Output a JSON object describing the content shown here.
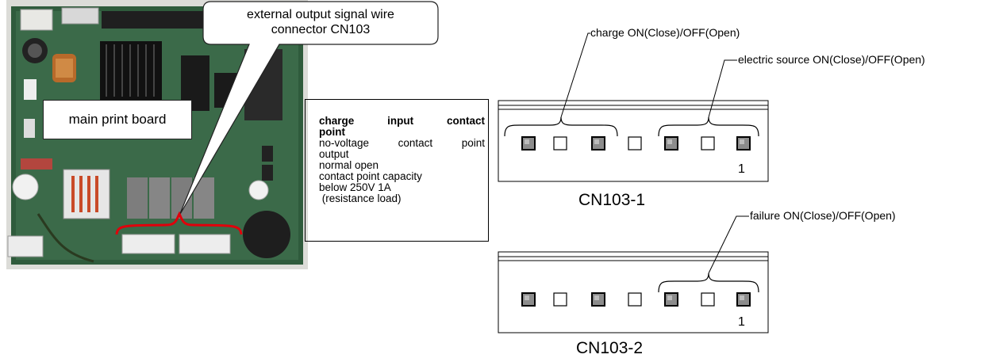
{
  "photo": {
    "board_label": "main print board",
    "callout": {
      "line1": "external output signal wire",
      "line2": "connector CN103"
    }
  },
  "spec": {
    "title_line1": "charge input contact",
    "title_line2": "point",
    "line1": "no-voltage contact point",
    "line2": "output",
    "line3": "normal open",
    "line4": "contact point capacity",
    "line5": "below 250V 1A",
    "line6": " (resistance load)"
  },
  "connectors": [
    {
      "name": "CN103-1",
      "pin_one_label": "1",
      "pins": [
        "filled",
        "empty",
        "filled",
        "empty",
        "filled",
        "empty",
        "filled"
      ],
      "brackets": [
        {
          "label": "charge ON(Close)/OFF(Open)"
        },
        {
          "label": "electric source ON(Close)/OFF(Open)"
        }
      ]
    },
    {
      "name": "CN103-2",
      "pin_one_label": "1",
      "pins": [
        "filled",
        "empty",
        "filled",
        "empty",
        "filled",
        "empty",
        "filled"
      ],
      "brackets": [
        {
          "label": "failure ON(Close)/OFF(Open)"
        }
      ]
    }
  ],
  "colors": {
    "pin_filled": "#8c8c8c",
    "bracket_highlight": "#e0000b",
    "board_green": "#2f5b3c"
  }
}
